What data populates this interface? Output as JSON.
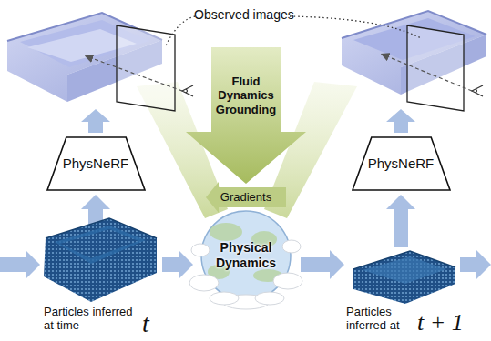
{
  "diagram": {
    "nodes": [
      {
        "text": [
          "Fluid Dynamics Grounding"
        ]
      },
      {
        "text": [
          "PhysNeRF"
        ]
      },
      {
        "text": [
          "PhysNeRF"
        ]
      },
      {
        "text": [
          "Gradients"
        ]
      },
      {
        "text": [
          "Physical Dynamics"
        ]
      }
    ],
    "labels": [
      "Observed images",
      "Particles inferred at time",
      "t",
      "Particles inferred at",
      "t + 1"
    ]
  }
}
